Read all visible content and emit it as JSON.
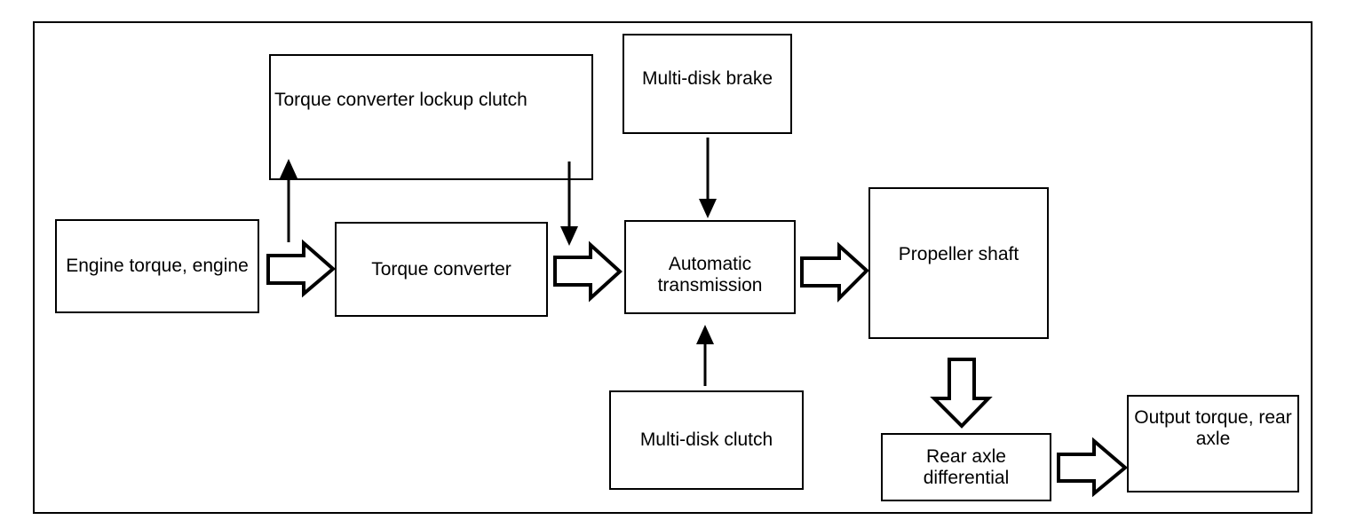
{
  "diagram": {
    "nodes": [
      {
        "id": "engine",
        "label": "Engine torque, engine"
      },
      {
        "id": "lockup-clutch",
        "label": "Torque converter lockup clutch"
      },
      {
        "id": "multi-disk-brake",
        "label": "Multi-disk brake"
      },
      {
        "id": "torque-converter",
        "label": "Torque converter"
      },
      {
        "id": "automatic-transmission",
        "label": "Automatic transmission"
      },
      {
        "id": "propeller-shaft",
        "label": "Propeller shaft"
      },
      {
        "id": "multi-disk-clutch",
        "label": "Multi-disk clutch"
      },
      {
        "id": "rear-axle-differential",
        "label": "Rear axle differential"
      },
      {
        "id": "output",
        "label": "Output torque, rear axle"
      }
    ],
    "edges": [
      {
        "from": "engine",
        "to": "torque-converter",
        "style": "block-arrow",
        "direction": "right"
      },
      {
        "from": "torque-converter",
        "to": "automatic-transmission",
        "style": "block-arrow",
        "direction": "right"
      },
      {
        "from": "automatic-transmission",
        "to": "propeller-shaft",
        "style": "block-arrow",
        "direction": "right"
      },
      {
        "from": "propeller-shaft",
        "to": "rear-axle-differential",
        "style": "block-arrow",
        "direction": "down"
      },
      {
        "from": "rear-axle-differential",
        "to": "output",
        "style": "block-arrow",
        "direction": "right"
      },
      {
        "from": "torque-converter",
        "to": "lockup-clutch",
        "style": "thin-arrow",
        "direction": "up"
      },
      {
        "from": "lockup-clutch",
        "to": "automatic-transmission",
        "style": "thin-arrow",
        "direction": "down"
      },
      {
        "from": "multi-disk-brake",
        "to": "automatic-transmission",
        "style": "thin-arrow",
        "direction": "down"
      },
      {
        "from": "multi-disk-clutch",
        "to": "automatic-transmission",
        "style": "thin-arrow",
        "direction": "up"
      }
    ],
    "colors": {
      "line": "#000000",
      "fill": "#ffffff"
    }
  }
}
